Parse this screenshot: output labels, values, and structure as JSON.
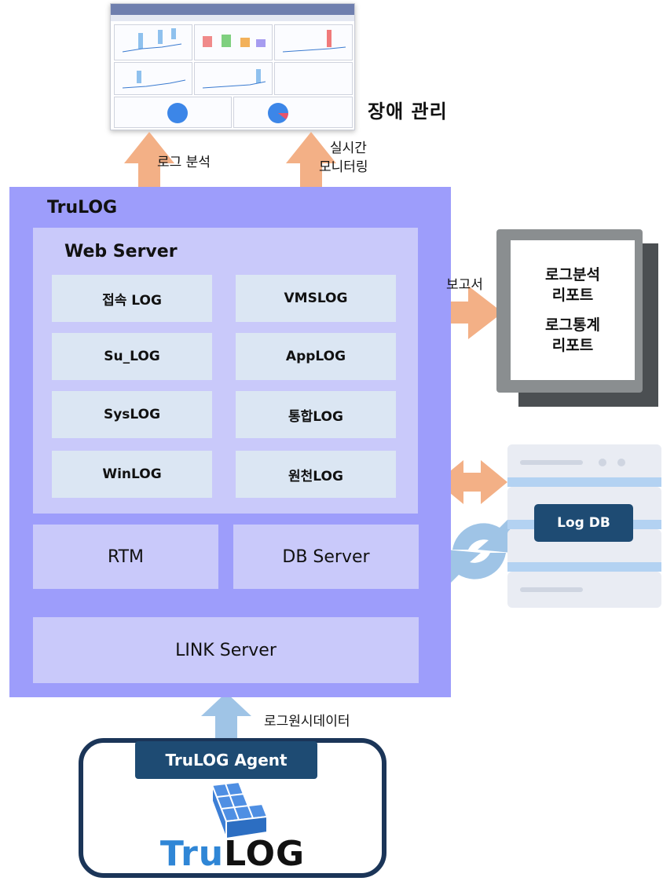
{
  "fault_management": "장애 관리",
  "top_arrows": {
    "log_analysis": "로그 분석",
    "realtime_line1": "실시간",
    "realtime_line2": "모니터링"
  },
  "trulog": {
    "title": "TruLOG",
    "web_server": {
      "title": "Web Server",
      "logs": [
        "접속 LOG",
        "VMSLOG",
        "Su_LOG",
        "AppLOG",
        "SysLOG",
        "통합LOG",
        "WinLOG",
        "원천LOG"
      ]
    },
    "rtm": "RTM",
    "db_server": "DB Server",
    "link_server": "LINK Server"
  },
  "report": {
    "arrow_label": "보고서",
    "line1": "로그분석",
    "line2": "리포트",
    "line3": "로그통계",
    "line4": "리포트"
  },
  "database": {
    "label": "Log DB"
  },
  "agent": {
    "arrow_label": "로그원시데이터",
    "tab": "TruLOG Agent",
    "wordmark_tru": "Tru",
    "wordmark_log": "LOG"
  },
  "colors": {
    "trulog_block": "#9d9dfb",
    "inner_block": "#c9c9fa",
    "log_button": "#dbe6f3",
    "orange_arrow": "#f3b086",
    "blue_arrow": "#9fc4e6",
    "navy": "#1e4b73",
    "trulog_blue": "#2f86d6"
  }
}
